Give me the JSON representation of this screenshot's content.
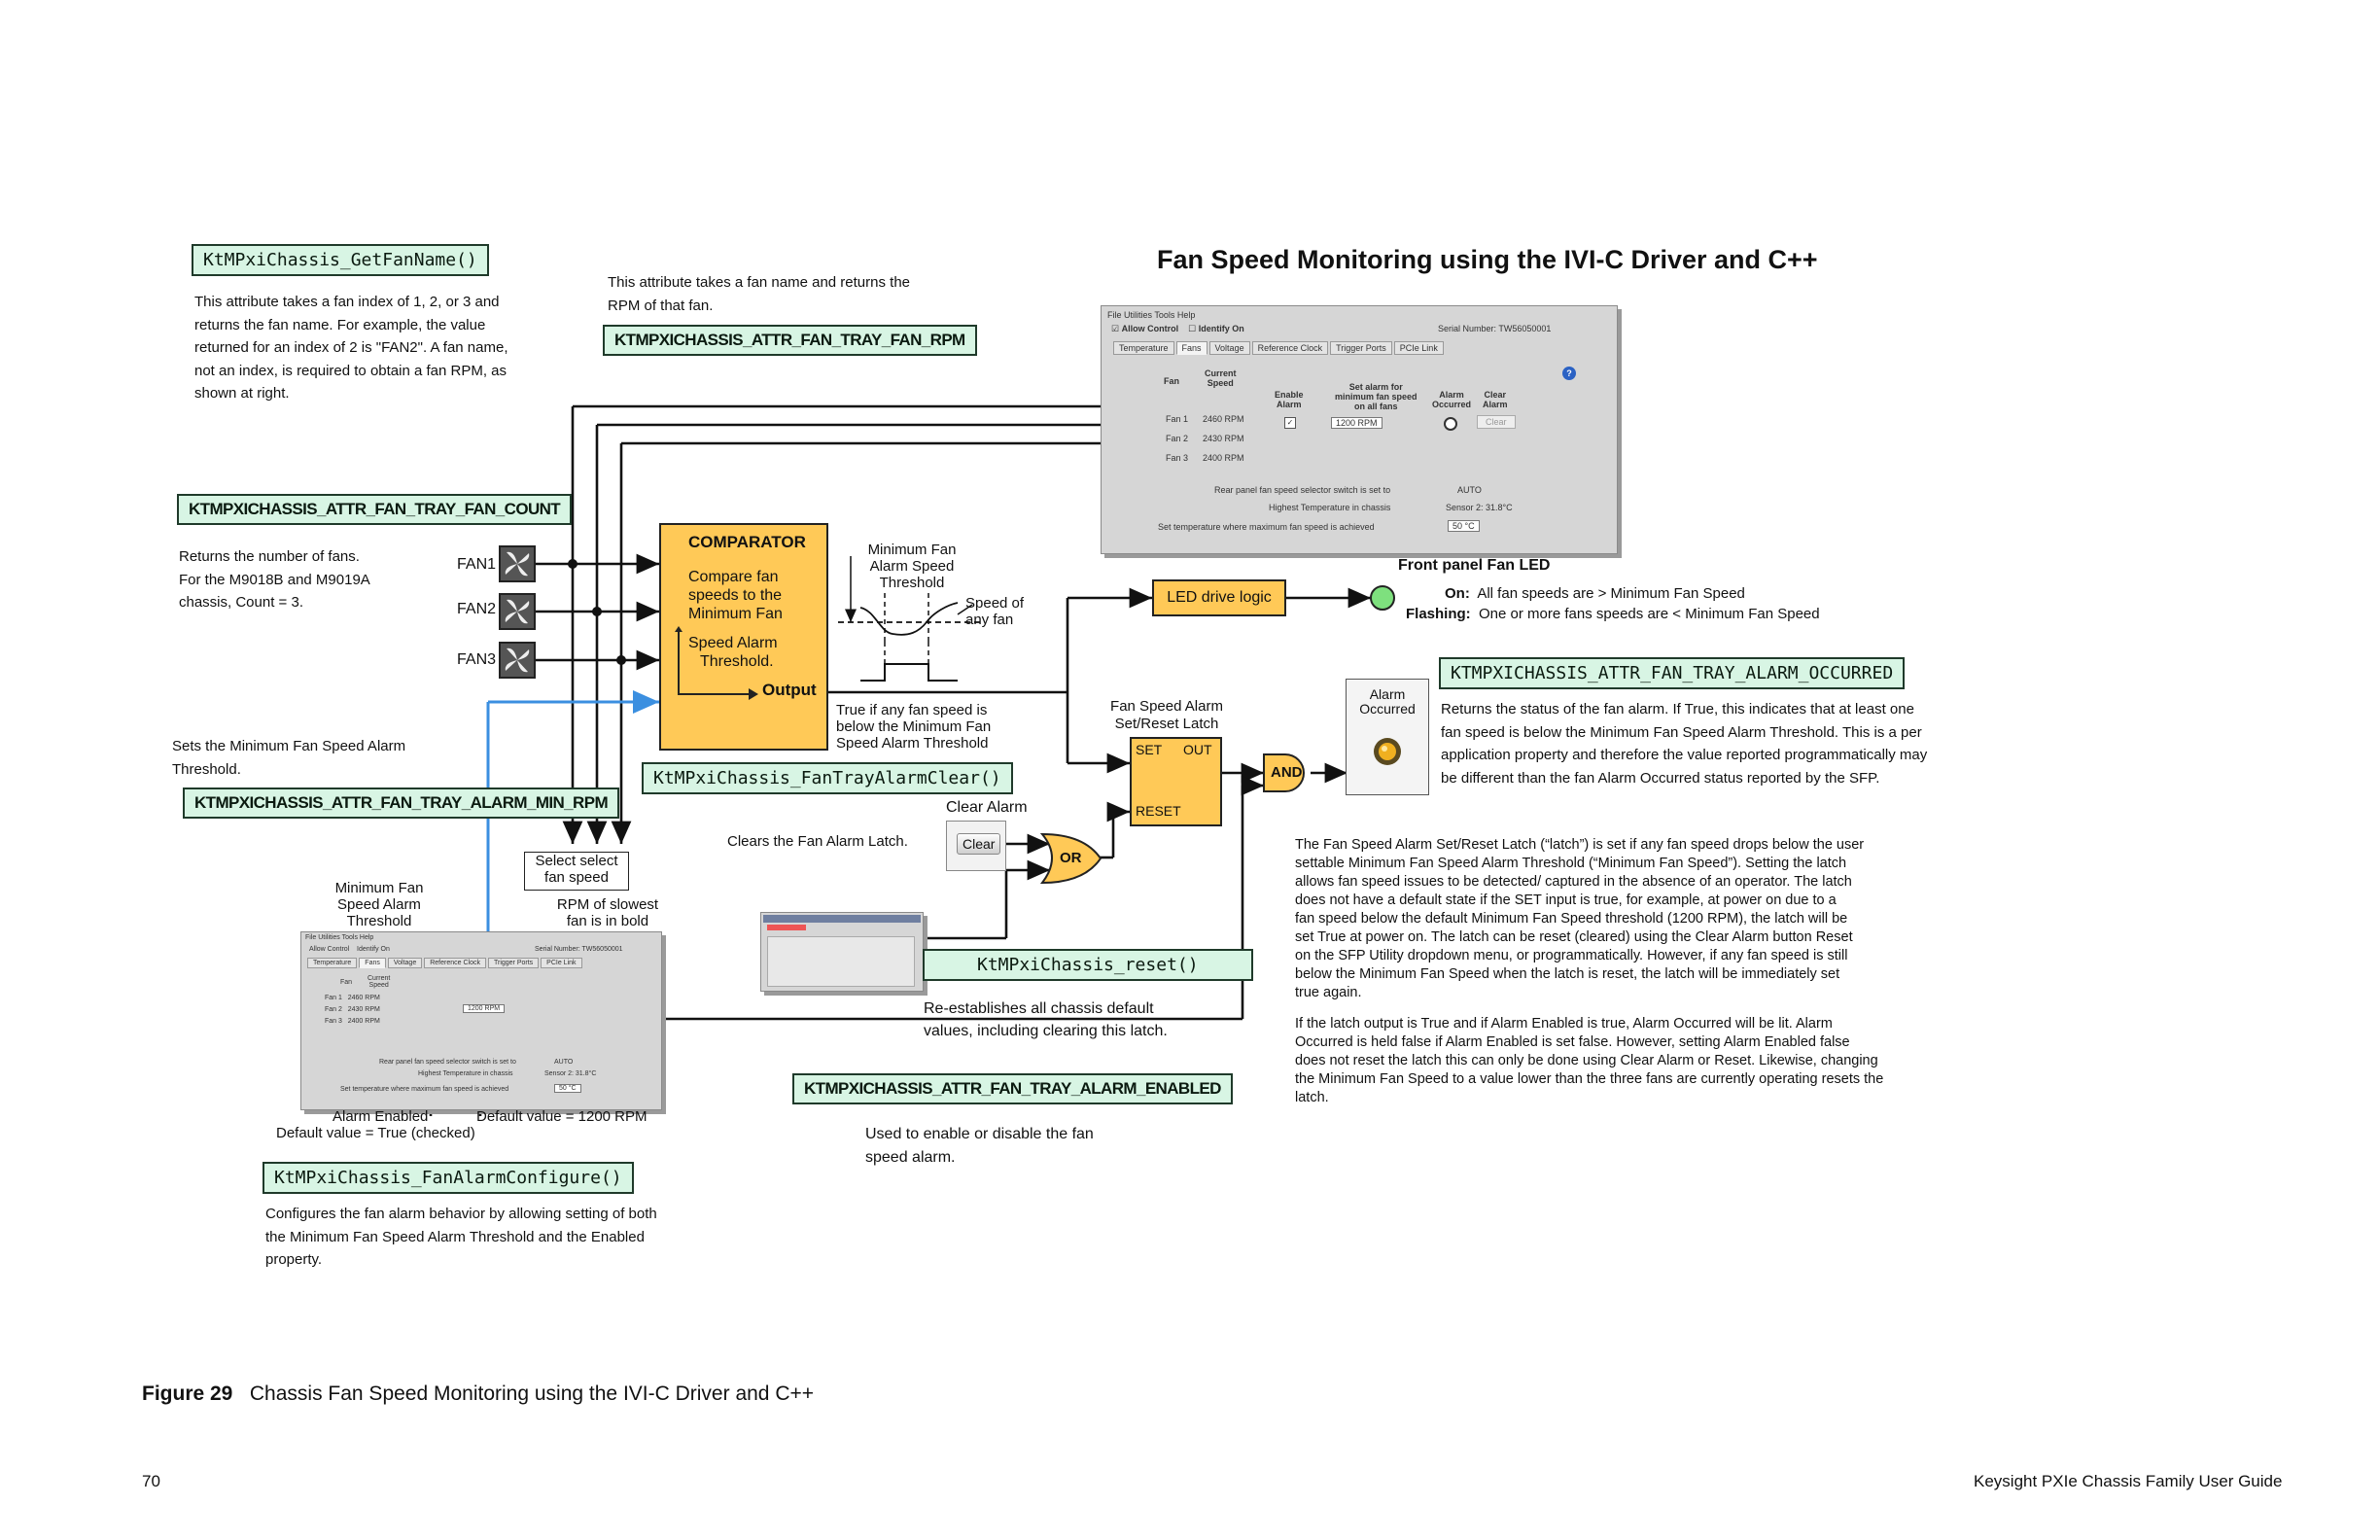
{
  "title": "Fan Speed Monitoring using the IVI-C Driver and C++",
  "get_fan_name": {
    "code": "KtMPxiChassis_GetFanName()",
    "desc": [
      "This attribute takes a fan index of 1, 2, or 3 and",
      "returns the fan name. For example, the value",
      "returned for an index of 2 is \"FAN2\". A fan name,",
      "not an index, is required to obtain a fan RPM, as",
      "shown at right."
    ]
  },
  "fan_rpm": {
    "desc": [
      "This attribute takes a fan name and returns the",
      "RPM of that fan."
    ],
    "code": "KTMPXICHASSIS_ATTR_FAN_TRAY_FAN_RPM"
  },
  "fan_count": {
    "code": "KTMPXICHASSIS_ATTR_FAN_TRAY_FAN_COUNT",
    "desc": [
      "Returns the number of fans.",
      "For the M9018B and M9019A",
      "chassis, Count = 3."
    ]
  },
  "fans": [
    "FAN1",
    "FAN2",
    "FAN3"
  ],
  "comparator": {
    "title": "COMPARATOR",
    "text": [
      "Compare fan",
      "speeds to the",
      "Minimum Fan"
    ],
    "text2": [
      "Speed Alarm",
      "Threshold."
    ],
    "output": "Output"
  },
  "threshold_plot": {
    "label": [
      "Minimum Fan",
      "Alarm Speed",
      "Threshold"
    ],
    "speed": [
      "Speed of",
      "any fan"
    ],
    "true_text": [
      "True  if any fan speed is",
      "below the Minimum Fan",
      "Speed Alarm Threshold"
    ]
  },
  "min_rpm": {
    "desc": [
      "Sets the Minimum Fan Speed Alarm",
      "Threshold."
    ],
    "code": "KTMPXICHASSIS_ATTR_FAN_TRAY_ALARM_MIN_RPM"
  },
  "alarm_clear": {
    "code": "KtMPxiChassis_FanTrayAlarmClear()",
    "clear_label": "Clear Alarm",
    "clears_text": "Clears the Fan Alarm Latch.",
    "button": "Clear"
  },
  "select_box": [
    "Select select",
    "fan speed"
  ],
  "rpm_slowest": [
    "RPM of slowest",
    "fan is in bold"
  ],
  "min_threshold_label": [
    "Minimum Fan",
    "Speed Alarm",
    "Threshold"
  ],
  "alarm_enabled": [
    "Alarm Enabled",
    "Default value = True (checked)"
  ],
  "default_rpm": "Default value = 1200 RPM",
  "fan_alarm_configure": {
    "code": "KtMPxiChassis_FanAlarmConfigure()",
    "desc": [
      "Configures the fan alarm behavior by allowing setting of both",
      "the Minimum Fan Speed Alarm Threshold and the Enabled",
      "property."
    ]
  },
  "reset": {
    "code": "KtMPxiChassis_reset()",
    "desc": [
      "Re-establishes all chassis default",
      "values, including clearing this latch."
    ]
  },
  "alarm_enabled_attr": {
    "code": "KTMPXICHASSIS_ATTR_FAN_TRAY_ALARM_ENABLED",
    "desc": [
      "Used to enable or disable the fan",
      "speed alarm."
    ]
  },
  "gates": {
    "or": "OR",
    "and": "AND"
  },
  "latch": {
    "title": [
      "Fan Speed Alarm",
      "Set/Reset Latch"
    ],
    "set": "SET",
    "out": "OUT",
    "reset": "RESET"
  },
  "led_logic": "LED drive logic",
  "front_led": {
    "title": "Front panel Fan LED",
    "on_label": "On:",
    "on_text": "All fan speeds are  >  Minimum Fan Speed",
    "flash_label": "Flashing:",
    "flash_text": "One or more fans speeds are  <  Minimum Fan Speed"
  },
  "alarm_indicator": [
    "Alarm",
    "Occurred"
  ],
  "alarm_occurred": {
    "code": "KTMPXICHASSIS_ATTR_FAN_TRAY_ALARM_OCCURRED",
    "desc": [
      "Returns the status of the fan alarm.  If True, this indicates that at least one",
      "fan speed is below the Minimum Fan Speed Alarm Threshold. This is a per",
      "application property and therefore the value reported programmatically may",
      "be different than the fan Alarm Occurred status reported by the SFP."
    ]
  },
  "latch_paragraph1": [
    "The Fan Speed Alarm Set/Reset Latch (“latch”) is set if any fan speed drops below the user",
    "settable Minimum Fan Speed Alarm Threshold (“Minimum Fan Speed”). Setting the latch",
    "allows fan speed issues to be detected/ captured in the absence of an operator. The latch",
    "does not have a default state  if the SET input is true, for example, at power on due to a",
    "fan speed below the default Minimum Fan Speed threshold (1200 RPM), the latch will be",
    "set True at power on. The latch can be reset (cleared) using the Clear Alarm button Reset",
    "on the SFP Utility dropdown menu, or programmatically. However, if any fan speed is still",
    "below the Minimum Fan Speed when the latch is reset, the latch will be immediately set",
    "true again."
  ],
  "latch_paragraph2": [
    "If the latch output is True and if Alarm Enabled is true, Alarm Occurred will be lit. Alarm",
    "Occurred is held false if Alarm Enabled is set false. However, setting Alarm Enabled false",
    "does not reset the latch  this can only be done using Clear Alarm or Reset. Likewise, changing",
    "the Minimum Fan Speed to a value lower than the three fans are currently operating resets the",
    "latch."
  ],
  "sfp_window": {
    "menu": "File  Utilities  Tools  Help",
    "allow_control": "Allow Control",
    "identify_on": "Identify On",
    "serial": "Serial Number: TW56050001",
    "tabs": [
      "Temperature",
      "Fans",
      "Voltage",
      "Reference Clock",
      "Trigger Ports",
      "PCIe Link"
    ],
    "col_fan": "Fan",
    "col_speed": [
      "Current",
      "Speed"
    ],
    "col_enable": [
      "Enable",
      "Alarm"
    ],
    "col_set": [
      "Set alarm for",
      "minimum fan speed",
      "on all fans"
    ],
    "col_occurred": [
      "Alarm",
      "Occurred"
    ],
    "col_clear": [
      "Clear",
      "Alarm"
    ],
    "fan_rows": [
      [
        "Fan 1",
        "2460 RPM"
      ],
      [
        "Fan 2",
        "2430 RPM"
      ],
      [
        "Fan 3",
        "2400 RPM"
      ]
    ],
    "set_value": "1200 RPM",
    "clear_btn": "Clear",
    "rear_label": "Rear panel fan speed selector switch is set to",
    "rear_value": "AUTO",
    "temp_label": "Highest Temperature in chassis",
    "temp_value": "Sensor 2: 31.8°C",
    "max_label": "Set temperature where maximum fan speed is achieved",
    "max_value": "50 °C"
  },
  "figure_label": "Figure 29",
  "figure_caption": "Chassis Fan Speed Monitoring using the IVI-C Driver and C++",
  "page_number": "70",
  "footer_right": "Keysight PXIe Chassis Family User Guide",
  "colors": {
    "code_bg": "#d8f5e4",
    "logic_yellow": "#ffc957",
    "led_green": "#7ee07e",
    "blue_wire": "#3b8fe0"
  }
}
